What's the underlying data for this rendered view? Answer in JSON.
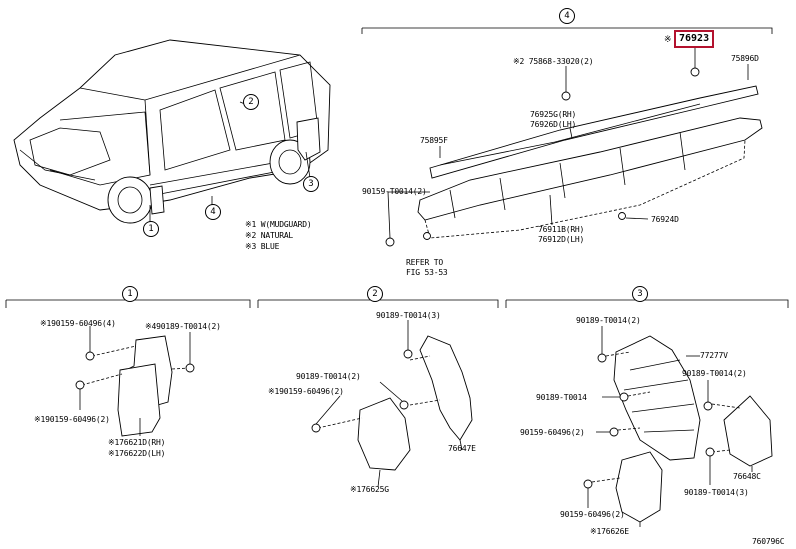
{
  "top": {
    "group_num": "4",
    "highlighted_part": "76923",
    "highlight_prefix": "※",
    "labels": {
      "p75896d": "75896D",
      "p75868": "※2 75868-33020(2)",
      "p76925g": "76925G(RH)",
      "p76926d": "76926D(LH)",
      "p75895f": "75895F",
      "p90159": "90159-T0014(2)",
      "p76911b": "76911B(RH)",
      "p76912d": "76912D(LH)",
      "p76924d": "76924D",
      "refer1": "REFER TO",
      "refer2": "FIG 53-53"
    }
  },
  "car": {
    "callouts": [
      "1",
      "2",
      "3",
      "4"
    ],
    "notes": [
      "※1 W(MUDGUARD)",
      "※2 NATURAL",
      "※3 BLUE"
    ]
  },
  "panel1": {
    "num": "1",
    "labels": {
      "a": "※190159-60496(4)",
      "b": "※490189-T0014(2)",
      "c": "※190159-60496(2)",
      "d": "※176621D(RH)",
      "e": "※176622D(LH)"
    }
  },
  "panel2": {
    "num": "2",
    "labels": {
      "a": "90189-T0014(3)",
      "b": "90189-T0014(2)",
      "c": "※190159-60496(2)",
      "d": "76647E",
      "e": "※176625G"
    }
  },
  "panel3": {
    "num": "3",
    "labels": {
      "a": "90189-T0014(2)",
      "b": "77277V",
      "c": "90189-T0014(2)",
      "d": "90189-T0014",
      "e": "90159-60496(2)",
      "f": "76648C",
      "g": "90189-T0014(3)",
      "h": "90159-60496(2)",
      "i": "※176626E"
    }
  },
  "footer_code": "760796C"
}
